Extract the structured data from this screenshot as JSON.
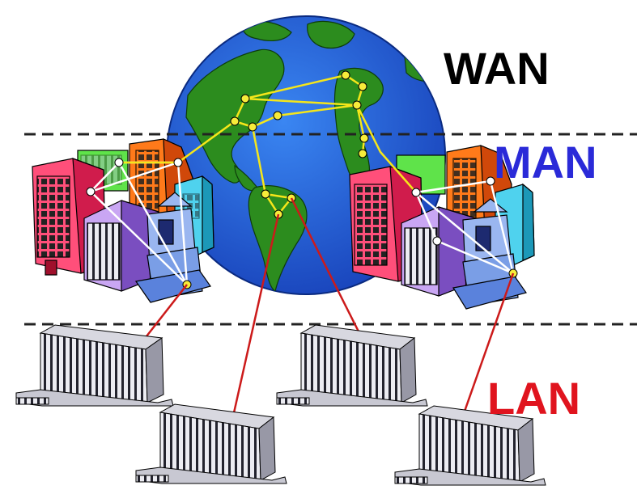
{
  "labels": {
    "wan": "WAN",
    "man": "MAN",
    "lan": "LAN"
  },
  "colors": {
    "wan_text": "#000000",
    "man_text": "#2a2ad8",
    "lan_text": "#e0141e",
    "ocean": "#1e5fd6",
    "land": "#2c8c1e",
    "backbone_link": "#f5e61a",
    "lan_link": "#cc1a1a",
    "divider": "#222222"
  },
  "icons": {
    "globe": "globe-icon",
    "city": "city-buildings-icon",
    "lan_site": "office-building-icon"
  }
}
